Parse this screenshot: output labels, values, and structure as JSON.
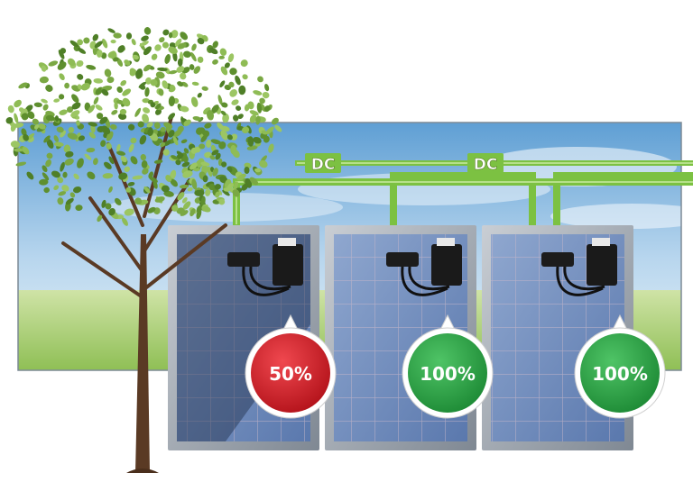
{
  "bus": {
    "label_1": "DC",
    "label_2": "DC",
    "color": "#7cc142"
  },
  "panels": [
    {
      "name": "panel-shaded",
      "output_label": "50%",
      "output_value": 50,
      "badge_color": "#d7232b",
      "shaded": true
    },
    {
      "name": "panel-middle",
      "output_label": "100%",
      "output_value": 100,
      "badge_color": "#2ea84a",
      "shaded": false
    },
    {
      "name": "panel-right",
      "output_label": "100%",
      "output_value": 100,
      "badge_color": "#2ea84a",
      "shaded": false
    }
  ],
  "colors": {
    "sky_top": "#6fa9d8",
    "sky_bottom": "#e6f1f8",
    "grass": "#a9cf78",
    "panel_frame": "#9aa3ad",
    "cell": "#6b8cc0",
    "tree_leaves": "#6f9d3a",
    "trunk": "#5a3a24"
  }
}
